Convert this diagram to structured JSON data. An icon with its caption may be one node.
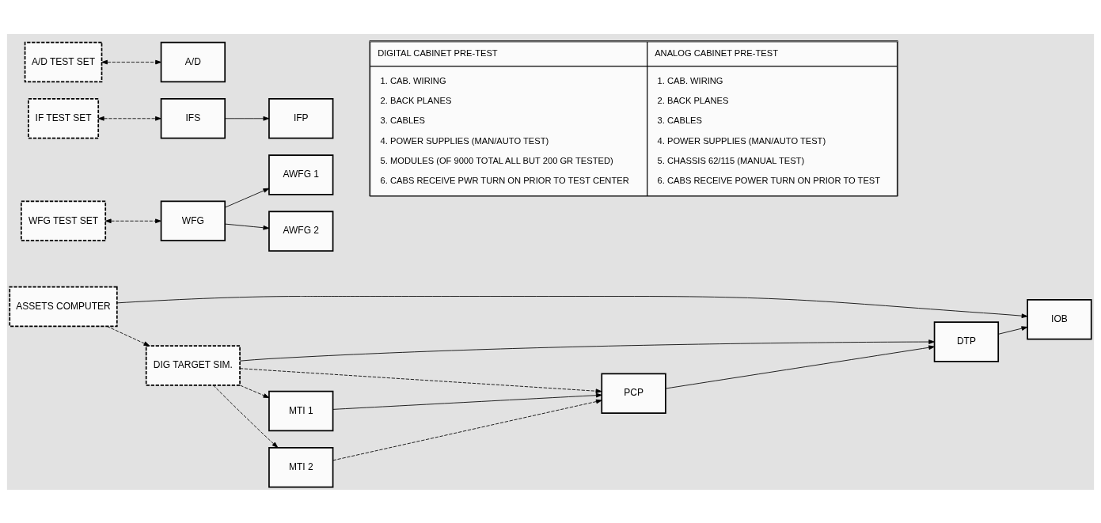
{
  "diagram": {
    "nodes": [
      {
        "text": [
          "IOB"
        ]
      },
      {
        "text": [
          "DTP"
        ]
      },
      {
        "text": [
          "PCP"
        ]
      },
      {
        "text": [
          "MTI 1"
        ]
      },
      {
        "text": [
          "ASSETS COMPUTER"
        ]
      },
      {
        "text": [
          "DIG TARGET SIM."
        ]
      },
      {
        "text": [
          "MTI 2"
        ]
      },
      {
        "text": [
          "WFG TEST SET"
        ]
      },
      {
        "text": [
          "WFG"
        ]
      },
      {
        "text": [
          "AWFG 1"
        ]
      },
      {
        "text": [
          "AWFG 2"
        ]
      },
      {
        "text": [
          "IF TEST SET"
        ]
      },
      {
        "text": [
          "IFS"
        ]
      },
      {
        "text": [
          "IFP"
        ]
      },
      {
        "text": [
          "A/D TEST SET"
        ]
      },
      {
        "text": [
          "A/D"
        ]
      }
    ],
    "edges": [
      {
        "from": 1,
        "to": 0,
        "arrow": "to"
      },
      {
        "from": 2,
        "to": 1,
        "arrow": "to"
      },
      {
        "from": 3,
        "to": 2,
        "arrow": "to"
      },
      {
        "from": 4,
        "to": 0,
        "arrow": "to"
      },
      {
        "from": 5,
        "to": 1,
        "arrow": "to"
      },
      {
        "from": 4,
        "to": 5,
        "arrow": "to",
        "style": "dashed"
      },
      {
        "from": 5,
        "to": 2,
        "arrow": "to",
        "style": "dashed"
      },
      {
        "from": 5,
        "to": 3,
        "arrow": "to",
        "style": "dashed"
      },
      {
        "from": 6,
        "to": 2,
        "arrow": "to",
        "style": "dashed"
      },
      {
        "from": 5,
        "to": 6,
        "arrow": "to",
        "style": "dashed"
      },
      {
        "from": 7,
        "to": 8,
        "arrow": "both",
        "style": "dashed"
      },
      {
        "from": 8,
        "to": 9,
        "arrow": "to"
      },
      {
        "from": 8,
        "to": 10,
        "arrow": "to"
      },
      {
        "from": 11,
        "to": 12,
        "arrow": "both",
        "style": "dashed"
      },
      {
        "from": 12,
        "to": 13,
        "arrow": "to"
      },
      {
        "from": 14,
        "to": 15,
        "arrow": "both",
        "style": "dashed"
      }
    ],
    "labels": [
      "DIGITAL CABINET PRE-TEST",
      "ANALOG CABINET PRE-TEST",
      "1. CAB. WIRING",
      "2. BACK PLANES",
      "3. CABLES",
      "4. POWER SUPPLIES (MAN/AUTO TEST)",
      "5. MODULES (OF 9000 TOTAL ALL BUT 200 GR TESTED)",
      "6. CABS RECEIVE PWR TURN ON PRIOR TO TEST CENTER",
      "1. CAB. WIRING",
      "2. BACK PLANES",
      "3. CABLES",
      "4. POWER SUPPLIES (MAN/AUTO TEST)",
      "5. CHASSIS 62/115 (MANUAL TEST)",
      "6. CABS RECEIVE POWER TURN ON PRIOR TO TEST"
    ]
  }
}
